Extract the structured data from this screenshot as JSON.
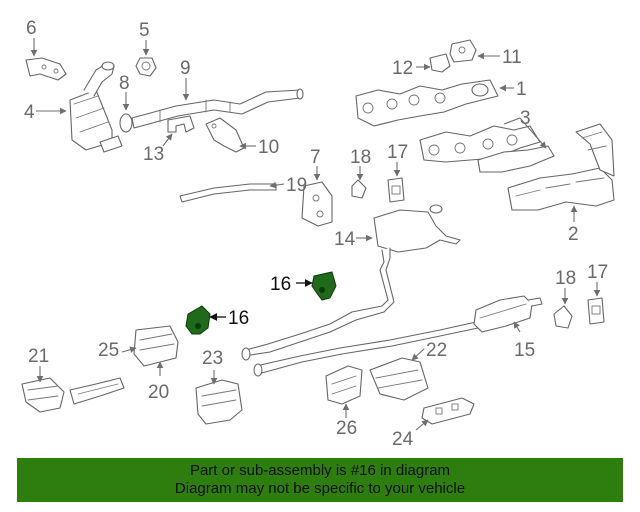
{
  "diagram": {
    "callouts": {
      "c1": "1",
      "c2": "2",
      "c3": "3",
      "c4": "4",
      "c5": "5",
      "c6": "6",
      "c7": "7",
      "c8": "8",
      "c9": "9",
      "c10": "10",
      "c11": "11",
      "c12": "12",
      "c13": "13",
      "c14": "14",
      "c15": "15",
      "c16a": "16",
      "c16b": "16",
      "c17a": "17",
      "c17b": "17",
      "c18a": "18",
      "c18b": "18",
      "c19": "19",
      "c20": "20",
      "c21": "21",
      "c22": "22",
      "c23": "23",
      "c24": "24",
      "c25": "25",
      "c26": "26"
    },
    "highlight_color": "#1f6b19"
  },
  "footer": {
    "line1": "Part or sub-assembly is #16 in diagram",
    "line2": "Diagram may not be specific to your vehicle",
    "background": "#2e7d0f"
  }
}
